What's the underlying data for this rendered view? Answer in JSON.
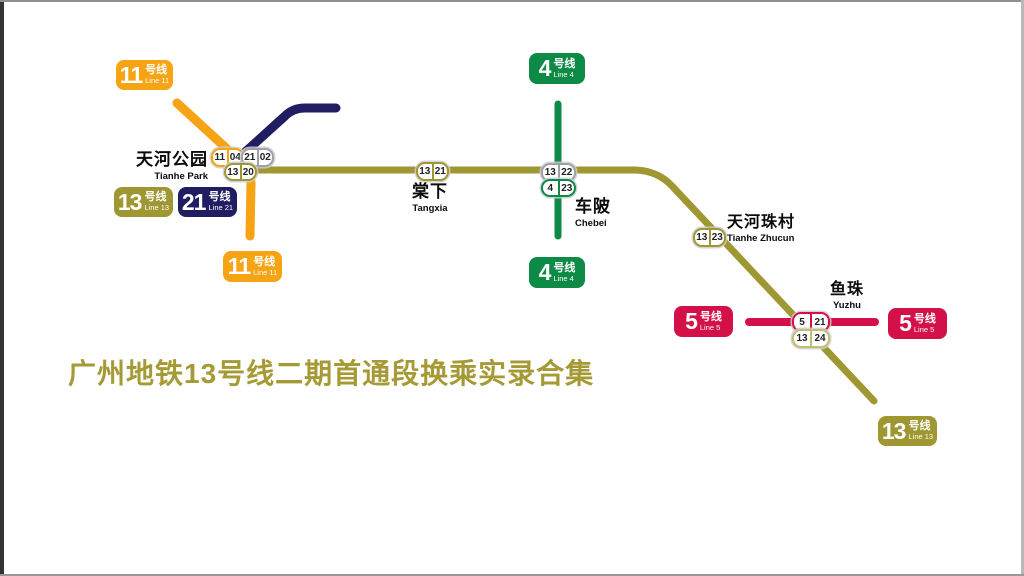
{
  "title": {
    "text": "广州地铁13号线二期首通段换乘实录合集",
    "color": "#A69A36"
  },
  "lines": {
    "line4": {
      "number": "4",
      "suffix_zh": "号线",
      "name_en": "Line 4",
      "color": "#0D8A46"
    },
    "line5": {
      "number": "5",
      "suffix_zh": "号线",
      "name_en": "Line 5",
      "color": "#D31148"
    },
    "line11": {
      "number": "11",
      "suffix_zh": "号线",
      "name_en": "Line 11",
      "color": "#F6A414"
    },
    "line13": {
      "number": "13",
      "suffix_zh": "号线",
      "name_en": "Line 13",
      "color": "#9F9732"
    },
    "line21": {
      "number": "21",
      "suffix_zh": "号线",
      "name_en": "Line 21",
      "color": "#211D62"
    }
  },
  "colors": {
    "background": "#FFFFFF",
    "capsule_gray": "#9FA1A9",
    "capsule_khaki": "#C6BE6F",
    "capsule_text": "#222222",
    "station_text": "#0B0B0B"
  },
  "stations": {
    "tianhe_park": {
      "zh": "天河公园",
      "en": "Tianhe Park",
      "codes": [
        {
          "line": "11",
          "num": "04"
        },
        {
          "line": "21",
          "num": "02"
        },
        {
          "line": "13",
          "num": "20"
        }
      ]
    },
    "tangxia": {
      "zh": "棠下",
      "en": "Tangxia",
      "codes": [
        {
          "line": "13",
          "num": "21"
        }
      ]
    },
    "chebei": {
      "zh": "车陂",
      "en": "Chebei",
      "codes": [
        {
          "line": "13",
          "num": "22"
        },
        {
          "line": "4",
          "num": "23"
        }
      ]
    },
    "tianhe_zhucun": {
      "zh": "天河珠村",
      "en": "Tianhe Zhucun",
      "codes": [
        {
          "line": "13",
          "num": "23"
        }
      ]
    },
    "yuzhu": {
      "zh": "鱼珠",
      "en": "Yuzhu",
      "codes": [
        {
          "line": "5",
          "num": "21"
        },
        {
          "line": "13",
          "num": "24"
        }
      ]
    }
  }
}
